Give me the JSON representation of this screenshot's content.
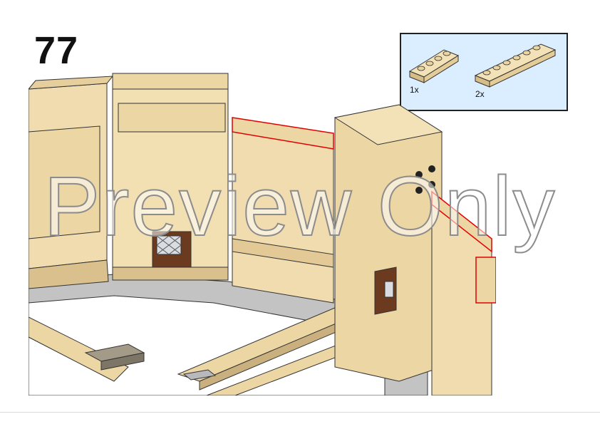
{
  "step": {
    "number": "77"
  },
  "parts_callout": {
    "parts": [
      {
        "name": "tan-plate-1x4",
        "quantity": "1x",
        "color": "#ecd6a4"
      },
      {
        "name": "tan-plate-1x6",
        "quantity": "2x",
        "color": "#ecd6a4"
      }
    ],
    "background": "#dbeeff",
    "border": "#222222"
  },
  "model": {
    "icon": "lego-build-model",
    "primary_color": "#ecd6a4",
    "shadow_color": "#c9b07e",
    "highlight_color": "#e30000",
    "window_color": "#6b3a1f"
  },
  "watermark": {
    "text": "Preview Only"
  }
}
